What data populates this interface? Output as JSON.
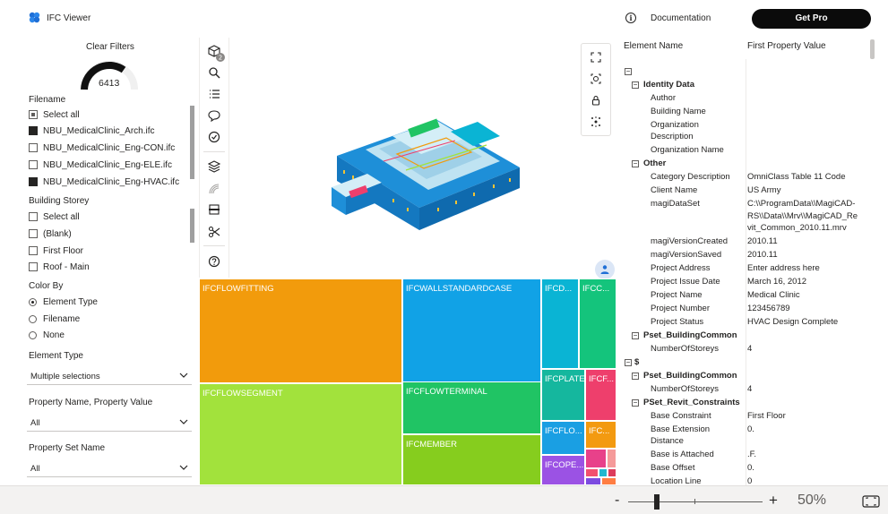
{
  "app": {
    "title": "IFC Viewer"
  },
  "header": {
    "documentation": "Documentation",
    "get_pro": "Get Pro"
  },
  "filters": {
    "clear": "Clear Filters",
    "gauge_value": "6413",
    "filename": {
      "label": "Filename",
      "items": [
        {
          "label": "Select all",
          "state": "partial"
        },
        {
          "label": "NBU_MedicalClinic_Arch.ifc",
          "state": "checked"
        },
        {
          "label": "NBU_MedicalClinic_Eng-CON.ifc",
          "state": "unchecked"
        },
        {
          "label": "NBU_MedicalClinic_Eng-ELE.ifc",
          "state": "unchecked"
        },
        {
          "label": "NBU_MedicalClinic_Eng-HVAC.ifc",
          "state": "checked"
        }
      ]
    },
    "storey": {
      "label": "Building Storey",
      "items": [
        {
          "label": "Select all",
          "state": "unchecked"
        },
        {
          "label": "(Blank)",
          "state": "unchecked"
        },
        {
          "label": "First Floor",
          "state": "unchecked"
        },
        {
          "label": "Roof - Main",
          "state": "unchecked"
        }
      ]
    },
    "color_by": {
      "label": "Color By",
      "items": [
        {
          "label": "Element Type",
          "selected": true
        },
        {
          "label": "Filename",
          "selected": false
        },
        {
          "label": "None",
          "selected": false
        }
      ]
    },
    "element_type": {
      "label": "Element Type",
      "value": "Multiple selections"
    },
    "prop_name_value": {
      "label": "Property Name, Property Value",
      "value": "All"
    },
    "prop_set": {
      "label": "Property Set Name",
      "value": "All"
    }
  },
  "toolbar": {
    "badge": "2"
  },
  "treemap": {
    "tiles": [
      {
        "label": "IFCFLOWFITTING",
        "color": "#f29b0c"
      },
      {
        "label": "IFCFLOWSEGMENT",
        "color": "#a2e23c"
      },
      {
        "label": "IFCWALLSTANDARDCASE",
        "color": "#11a2e6"
      },
      {
        "label": "IFCFLOWTERMINAL",
        "color": "#20c464"
      },
      {
        "label": "IFCMEMBER",
        "color": "#86cd1e"
      },
      {
        "label": "IFCD...",
        "color": "#0ab4d4"
      },
      {
        "label": "IFCC...",
        "color": "#14c47c"
      },
      {
        "label": "IFCPLATE",
        "color": "#15b79e"
      },
      {
        "label": "IFCF...",
        "color": "#ee3f6c"
      },
      {
        "label": "IFCFLO...",
        "color": "#1a9fe3"
      },
      {
        "label": "IFC...",
        "color": "#f39a10"
      },
      {
        "label": "IFCOPE...",
        "color": "#9b52e4"
      }
    ]
  },
  "table": {
    "col1": "Element Name",
    "col2": "First Property Value",
    "rows": [
      {
        "toggle": "−",
        "key": "",
        "value": "",
        "level": 0,
        "bold": false
      },
      {
        "toggle": "−",
        "key": "Identity Data",
        "value": "",
        "level": 1,
        "bold": true
      },
      {
        "toggle": "",
        "key": "Author",
        "value": "",
        "level": 2,
        "bold": false
      },
      {
        "toggle": "",
        "key": "Building Name",
        "value": "",
        "level": 2,
        "bold": false
      },
      {
        "toggle": "",
        "key": "Organization",
        "value": "",
        "level": 2,
        "bold": false
      },
      {
        "toggle": "",
        "key": "Description",
        "value": "",
        "level": 2,
        "bold": false
      },
      {
        "toggle": "",
        "key": "Organization Name",
        "value": "",
        "level": 2,
        "bold": false
      },
      {
        "toggle": "−",
        "key": "Other",
        "value": "",
        "level": 1,
        "bold": true
      },
      {
        "toggle": "",
        "key": "Category Description",
        "value": "OmniClass Table 11 Code",
        "level": 2,
        "bold": false
      },
      {
        "toggle": "",
        "key": "Client Name",
        "value": "US Army",
        "level": 2,
        "bold": false
      },
      {
        "toggle": "",
        "key": "magiDataSet",
        "value": "C:\\\\ProgramData\\\\MagiCAD-",
        "level": 2,
        "bold": false
      },
      {
        "toggle": "",
        "key": "",
        "value": "RS\\\\Data\\\\Mrv\\\\MagiCAD_Re",
        "level": 2,
        "bold": false
      },
      {
        "toggle": "",
        "key": "",
        "value": "vit_Common_2010.11.mrv",
        "level": 2,
        "bold": false
      },
      {
        "toggle": "",
        "key": "magiVersionCreated",
        "value": "2010.11",
        "level": 2,
        "bold": false
      },
      {
        "toggle": "",
        "key": "magiVersionSaved",
        "value": "2010.11",
        "level": 2,
        "bold": false
      },
      {
        "toggle": "",
        "key": "Project Address",
        "value": "Enter address here",
        "level": 2,
        "bold": false
      },
      {
        "toggle": "",
        "key": "Project Issue Date",
        "value": "March 16, 2012",
        "level": 2,
        "bold": false
      },
      {
        "toggle": "",
        "key": "Project Name",
        "value": "Medical Clinic",
        "level": 2,
        "bold": false
      },
      {
        "toggle": "",
        "key": "Project Number",
        "value": "123456789",
        "level": 2,
        "bold": false
      },
      {
        "toggle": "",
        "key": "Project Status",
        "value": "HVAC Design Complete",
        "level": 2,
        "bold": false
      },
      {
        "toggle": "−",
        "key": "Pset_BuildingCommon",
        "value": "",
        "level": 1,
        "bold": true
      },
      {
        "toggle": "",
        "key": "NumberOfStoreys",
        "value": "4",
        "level": 2,
        "bold": false
      },
      {
        "toggle": "−",
        "key": "$",
        "value": "",
        "level": 0,
        "bold": true
      },
      {
        "toggle": "−",
        "key": "Pset_BuildingCommon",
        "value": "",
        "level": 1,
        "bold": true
      },
      {
        "toggle": "",
        "key": "NumberOfStoreys",
        "value": "4",
        "level": 2,
        "bold": false
      },
      {
        "toggle": "−",
        "key": "PSet_Revit_Constraints",
        "value": "",
        "level": 1,
        "bold": true
      },
      {
        "toggle": "",
        "key": "Base Constraint",
        "value": "First Floor",
        "level": 2,
        "bold": false
      },
      {
        "toggle": "",
        "key": "Base Extension",
        "value": "0.",
        "level": 2,
        "bold": false
      },
      {
        "toggle": "",
        "key": "Distance",
        "value": "",
        "level": 2,
        "bold": false
      },
      {
        "toggle": "",
        "key": "Base is Attached",
        "value": ".F.",
        "level": 2,
        "bold": false
      },
      {
        "toggle": "",
        "key": "Base Offset",
        "value": "0.",
        "level": 2,
        "bold": false
      },
      {
        "toggle": "",
        "key": "Location Line",
        "value": "0",
        "level": 2,
        "bold": false
      }
    ]
  },
  "zoom": {
    "minus": "-",
    "plus": "+",
    "percent": "50%"
  }
}
